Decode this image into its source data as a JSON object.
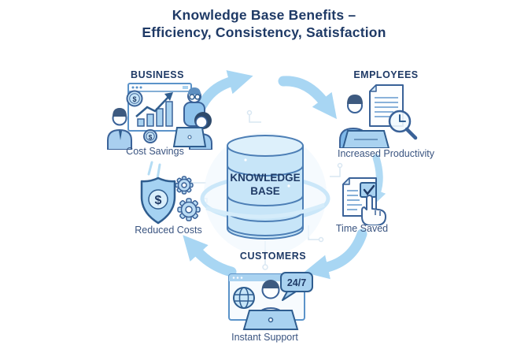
{
  "title": {
    "line1": "Knowledge Base Benefits –",
    "line2": "Efficiency, Consistency, Satisfaction"
  },
  "center": {
    "line1": "KNOWLEDGE",
    "line2": "BASE"
  },
  "sections": {
    "business": {
      "header": "BUSINESS",
      "benefits": [
        {
          "label": "Cost Savings"
        },
        {
          "label": "Reduced Costs"
        }
      ]
    },
    "employees": {
      "header": "EMPLOYEES",
      "benefits": [
        {
          "label": "Increased Productivity"
        },
        {
          "label": "Time Saved"
        }
      ]
    },
    "customers": {
      "header": "CUSTOMERS",
      "benefits": [
        {
          "label": "Instant Support"
        }
      ],
      "badge": "24/7"
    }
  },
  "icons": {
    "center": "database-cylinder-icon",
    "business": [
      "presentation-chart-icon",
      "coin-dollar-icon",
      "team-people-icon"
    ],
    "business_benefit2": [
      "shield-dollar-icon",
      "gear-icon"
    ],
    "employees": [
      "person-laptop-icon",
      "document-icon",
      "magnifier-clock-icon"
    ],
    "employees_benefit2": [
      "document-checkbox-icon",
      "hand-pointer-icon"
    ],
    "customers": [
      "browser-globe-icon",
      "person-laptop-icon",
      "speech-bubble-24-7-icon"
    ],
    "flow": [
      "flow-arrow-top-left",
      "flow-arrow-top-right",
      "flow-arrow-right",
      "flow-arrow-bottom-right",
      "flow-arrow-bottom-left"
    ]
  },
  "colors": {
    "navy_text": "#1F3A66",
    "label_text": "#3A5480",
    "arrow_accent": "#A8D6F3",
    "outline_blue": "#3A6298",
    "light_fill": "#C7E5F8",
    "mid_fill": "#A9D2F0",
    "hair_navy": "#3D5A80",
    "circuit_decor": "#D9E7F2"
  }
}
